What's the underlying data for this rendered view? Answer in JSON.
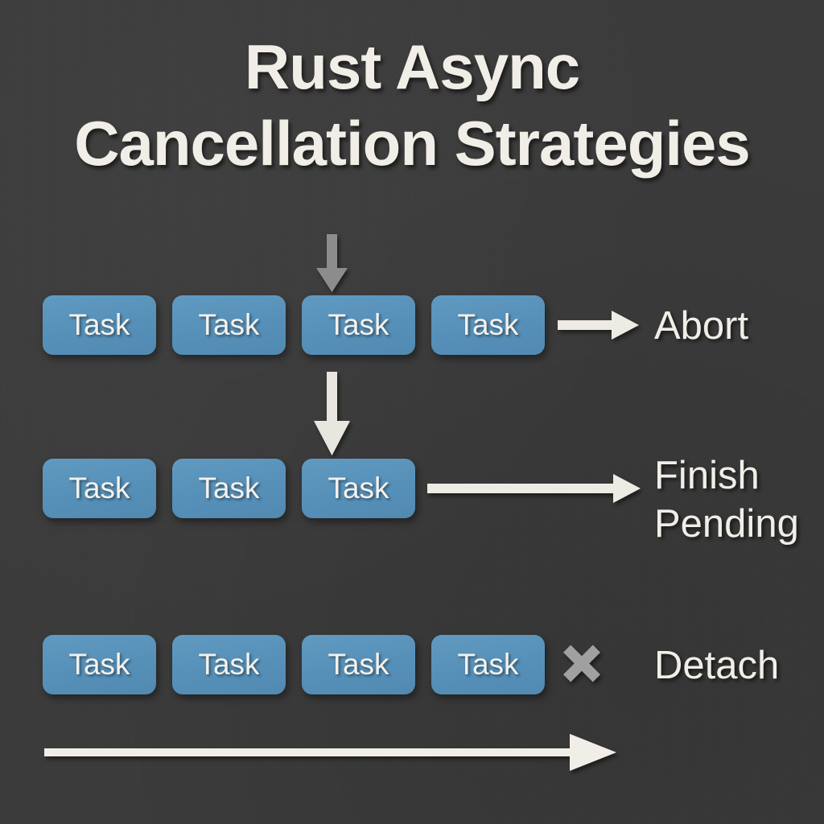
{
  "background_color": "#3a3a3a",
  "accent_color": "#5b93bb",
  "text_color": "#f1eee7",
  "muted_arrow_color": "#8c8c8c",
  "title": {
    "line1": "Rust Async",
    "line2": "Cancellation Strategies",
    "full": "Rust Async\nCancellation Strategies"
  },
  "rows": [
    {
      "id": "abort",
      "task_label": "Task",
      "task_count": 4,
      "tasks": [
        "Task",
        "Task",
        "Task",
        "Task"
      ],
      "marker_icon": "down-arrow-gray-icon",
      "marker_target_index": 3,
      "connector_icon": "right-arrow-icon",
      "outcome_label": "Abort"
    },
    {
      "id": "finish-pending",
      "task_label": "Task",
      "task_count": 3,
      "tasks": [
        "Task",
        "Task",
        "Task"
      ],
      "marker_icon": "down-arrow-white-icon",
      "marker_target_index": 3,
      "connector_icon": "long-right-arrow-icon",
      "outcome_label": "Finish\nPending"
    },
    {
      "id": "detach",
      "task_label": "Task",
      "task_count": 4,
      "tasks": [
        "Task",
        "Task",
        "Task",
        "Task"
      ],
      "marker_icon": "x-mark-icon",
      "connector_icon": "x-mark-icon",
      "outcome_label": "Detach"
    }
  ],
  "timeline": {
    "icon": "timeline-arrow-icon",
    "label": ""
  }
}
